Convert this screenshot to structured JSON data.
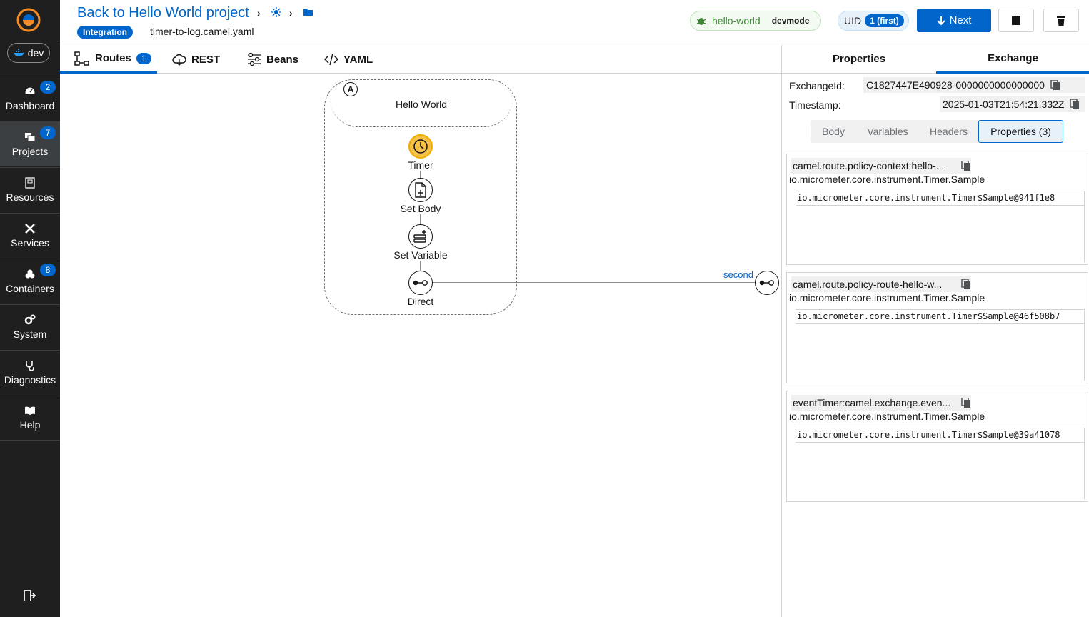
{
  "sidebar": {
    "env_label": "dev",
    "items": [
      {
        "label": "Dashboard",
        "badge": "2",
        "icon": "dashboard-icon"
      },
      {
        "label": "Projects",
        "badge": "7",
        "icon": "projects-icon"
      },
      {
        "label": "Resources",
        "badge": "",
        "icon": "resources-icon"
      },
      {
        "label": "Services",
        "badge": "",
        "icon": "services-icon"
      },
      {
        "label": "Containers",
        "badge": "8",
        "icon": "containers-icon"
      },
      {
        "label": "System",
        "badge": "",
        "icon": "system-icon"
      },
      {
        "label": "Diagnostics",
        "badge": "",
        "icon": "diagnostics-icon"
      },
      {
        "label": "Help",
        "badge": "",
        "icon": "help-icon"
      }
    ]
  },
  "header": {
    "back_link": "Back to Hello World project",
    "tag": "Integration",
    "filename": "timer-to-log.camel.yaml",
    "status": {
      "name": "hello-world",
      "mode": "devmode"
    },
    "uid": {
      "label": "UID",
      "count": "1 (first)"
    },
    "next_label": "Next"
  },
  "tabs": [
    {
      "label": "Routes",
      "badge": "1"
    },
    {
      "label": "REST"
    },
    {
      "label": "Beans"
    },
    {
      "label": "YAML"
    }
  ],
  "route": {
    "marker": "A",
    "title": "Hello World",
    "nodes": [
      "Timer",
      "Set Body",
      "Set Variable",
      "Direct"
    ],
    "external_edge_label": "second"
  },
  "panel": {
    "tabs": [
      "Properties",
      "Exchange"
    ],
    "exchange_id_label": "ExchangeId:",
    "exchange_id": "C1827447E490928-0000000000000000",
    "timestamp_label": "Timestamp:",
    "timestamp": "2025-01-03T21:54:21.332Z",
    "subtabs": [
      "Body",
      "Variables",
      "Headers",
      "Properties (3)"
    ],
    "properties": [
      {
        "key": "camel.route.policy-context:hello-...",
        "type": "io.micrometer.core.instrument.Timer.Sample",
        "value": "io.micrometer.core.instrument.Timer$Sample@941f1e8"
      },
      {
        "key": "camel.route.policy-route-hello-w...",
        "type": "io.micrometer.core.instrument.Timer.Sample",
        "value": "io.micrometer.core.instrument.Timer$Sample@46f508b7"
      },
      {
        "key": "eventTimer:camel.exchange.even...",
        "type": "io.micrometer.core.instrument.Timer.Sample",
        "value": "io.micrometer.core.instrument.Timer$Sample@39a41078"
      }
    ]
  },
  "colors": {
    "accent": "#0066cc",
    "sidebar_bg": "#1f1f1f",
    "timer_node": "#f4c145",
    "status_green": "#3e8635"
  }
}
